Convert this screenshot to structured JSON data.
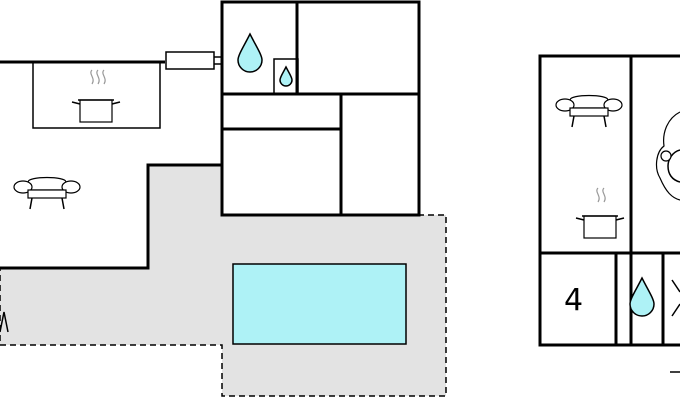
{
  "plan": {
    "colors": {
      "pool": "#aef2f6",
      "water": "#aef2f6",
      "terrace": "#e3e3e3",
      "walls": "#000000"
    },
    "buildings": [
      {
        "id": "main-house",
        "rooms": [
          {
            "id": "living",
            "icons": [
              "sofa-icon"
            ]
          },
          {
            "id": "kitchen",
            "icons": [
              "cooking-pot-icon"
            ]
          },
          {
            "id": "bathroom-1",
            "icons": [
              "water-drop-icon"
            ]
          },
          {
            "id": "shower-niche",
            "icons": [
              "water-drop-icon"
            ]
          },
          {
            "id": "bedroom-1",
            "icons": []
          },
          {
            "id": "bedroom-2",
            "icons": []
          },
          {
            "id": "bedroom-3",
            "icons": []
          }
        ],
        "outdoor": [
          "terrace",
          "pool",
          "staircase"
        ]
      },
      {
        "id": "annex",
        "rooms": [
          {
            "id": "living-kitchen",
            "icons": [
              "sofa-icon",
              "cooking-pot-icon"
            ]
          },
          {
            "id": "garage",
            "icons": [
              "car-icon"
            ]
          },
          {
            "id": "bedroom-4",
            "label": "4",
            "icons": []
          },
          {
            "id": "bathroom-2",
            "icons": [
              "water-drop-icon"
            ]
          },
          {
            "id": "storage",
            "icons": []
          }
        ]
      }
    ]
  }
}
